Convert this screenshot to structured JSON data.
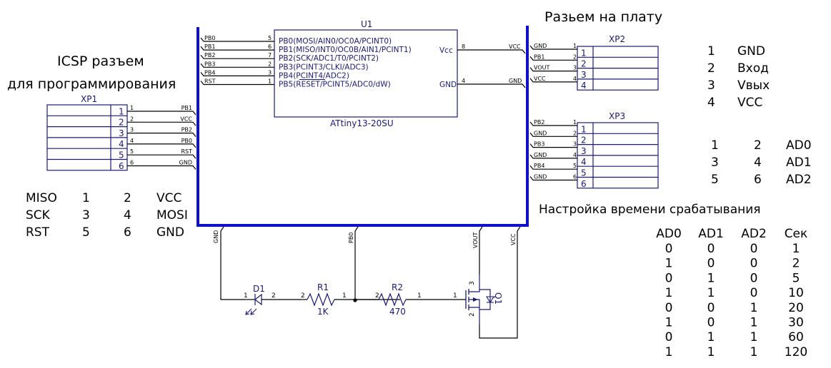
{
  "titles": {
    "icsp_line1": "ICSP разъем",
    "icsp_line2": "для программирования",
    "board_connector": "Разьем на плату",
    "timing_setup": "Настройка времени срабатывания"
  },
  "u1": {
    "ref": "U1",
    "part": "ATtiny13-20SU",
    "left_pins": [
      {
        "net": "PB0",
        "num": "5",
        "name": "PB0(MOSI/AIN0/OC0A/PCINT0)"
      },
      {
        "net": "PB1",
        "num": "6",
        "name": "PB1(MISO/INT0/OC0B/AIN1/PCINT1)"
      },
      {
        "net": "PB2",
        "num": "7",
        "name": "PB2(SCK/ADC1/T0/PCINT2)"
      },
      {
        "net": "PB3",
        "num": "2",
        "name": "PB3(PCINT3/CLKI/ADC3)"
      },
      {
        "net": "PB4",
        "num": "3",
        "name": "PB4(PCINT4/ADC2)"
      },
      {
        "net": "RST",
        "num": "1",
        "name": "PB5(RESET/PCINT5/ADC0/dW)"
      }
    ],
    "right_pins": [
      {
        "net": "VCC",
        "num": "8",
        "name": "Vcc"
      },
      {
        "net": "GND",
        "num": "4",
        "name": "GND"
      }
    ]
  },
  "xp1": {
    "ref": "XP1",
    "pins": [
      {
        "num": "1",
        "net": "PB1"
      },
      {
        "num": "2",
        "net": "VCC"
      },
      {
        "num": "3",
        "net": "PB2"
      },
      {
        "num": "4",
        "net": "PB0"
      },
      {
        "num": "5",
        "net": "RST"
      },
      {
        "num": "6",
        "net": "GND"
      }
    ]
  },
  "xp2": {
    "ref": "XP2",
    "pins": [
      {
        "num": "1",
        "net": "GND"
      },
      {
        "num": "2",
        "net": "PB1"
      },
      {
        "num": "3",
        "net": "VOUT"
      },
      {
        "num": "4",
        "net": "VCC"
      }
    ]
  },
  "xp3": {
    "ref": "XP3",
    "pins": [
      {
        "num": "1",
        "net": "PB2"
      },
      {
        "num": "2",
        "net": "GND"
      },
      {
        "num": "3",
        "net": "PB3"
      },
      {
        "num": "4",
        "net": "GND"
      },
      {
        "num": "5",
        "net": "PB4"
      },
      {
        "num": "6",
        "net": "GND"
      }
    ]
  },
  "bottom_nets": [
    "GND",
    "PB0",
    "VOUT",
    "VCC"
  ],
  "d1": {
    "ref": "D1",
    "pin1": "1",
    "pin2": "2"
  },
  "r1": {
    "ref": "R1",
    "value": "1K",
    "pin1": "1",
    "pin2": "2"
  },
  "r2": {
    "ref": "R2",
    "value": "470",
    "pin1": "1",
    "pin2": "2"
  },
  "q1": {
    "ref": "Q1",
    "gate": "1",
    "source": "2",
    "drain": "3"
  },
  "icsp_table": [
    [
      "MISO",
      "1",
      "2",
      "VCC"
    ],
    [
      "SCK",
      "3",
      "4",
      "MOSI"
    ],
    [
      "RST",
      "5",
      "6",
      "GND"
    ]
  ],
  "xp2_table": [
    [
      "1",
      "GND"
    ],
    [
      "2",
      "Вход"
    ],
    [
      "3",
      "Vвых"
    ],
    [
      "4",
      "VCC"
    ]
  ],
  "xp3_table": [
    [
      "1",
      "2",
      "AD0"
    ],
    [
      "3",
      "4",
      "AD1"
    ],
    [
      "5",
      "6",
      "AD2"
    ]
  ],
  "timing_table": {
    "headers": [
      "AD0",
      "AD1",
      "AD2",
      "Сек"
    ],
    "rows": [
      [
        "0",
        "0",
        "0",
        "1"
      ],
      [
        "1",
        "0",
        "0",
        "2"
      ],
      [
        "0",
        "1",
        "0",
        "5"
      ],
      [
        "1",
        "1",
        "0",
        "10"
      ],
      [
        "0",
        "0",
        "1",
        "20"
      ],
      [
        "1",
        "0",
        "1",
        "30"
      ],
      [
        "0",
        "1",
        "1",
        "60"
      ],
      [
        "1",
        "1",
        "1",
        "120"
      ]
    ]
  }
}
